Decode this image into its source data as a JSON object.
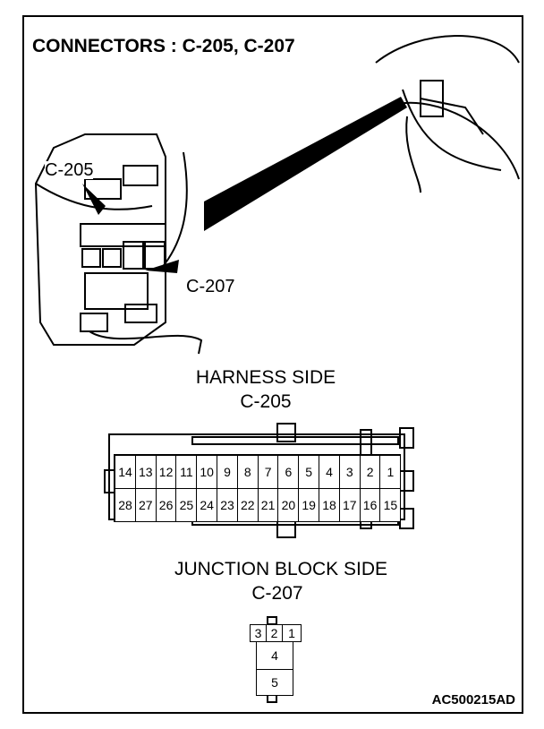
{
  "title": "CONNECTORS : C-205, C-207",
  "callouts": {
    "c205": "C-205",
    "c207": "C-207"
  },
  "harness": {
    "side": "HARNESS SIDE",
    "name": "C-205",
    "top_row": [
      "14",
      "13",
      "12",
      "11",
      "10",
      "9",
      "8",
      "7",
      "6",
      "5",
      "4",
      "3",
      "2",
      "1"
    ],
    "bottom_row": [
      "28",
      "27",
      "26",
      "25",
      "24",
      "23",
      "22",
      "21",
      "20",
      "19",
      "18",
      "17",
      "16",
      "15"
    ]
  },
  "junction": {
    "side": "JUNCTION BLOCK SIDE",
    "name": "C-207",
    "top_row": [
      "3",
      "2",
      "1"
    ],
    "middle": "4",
    "bottom": "5"
  },
  "figure_code": "AC500215AD"
}
